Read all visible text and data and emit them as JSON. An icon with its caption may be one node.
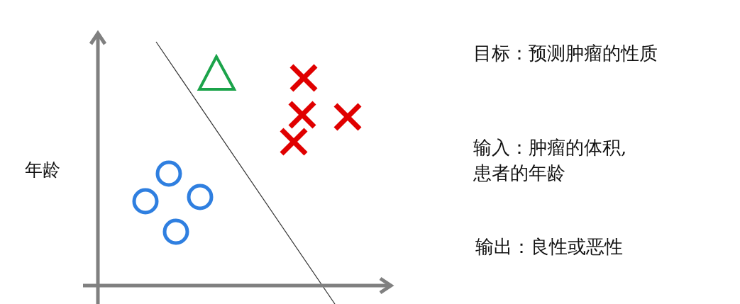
{
  "diagram": {
    "labels": [
      "年龄",
      "目标：预测肿瘤的性质",
      "输入：肿瘤的体积,患者的年龄",
      "输出：良性或恶性"
    ]
  }
}
